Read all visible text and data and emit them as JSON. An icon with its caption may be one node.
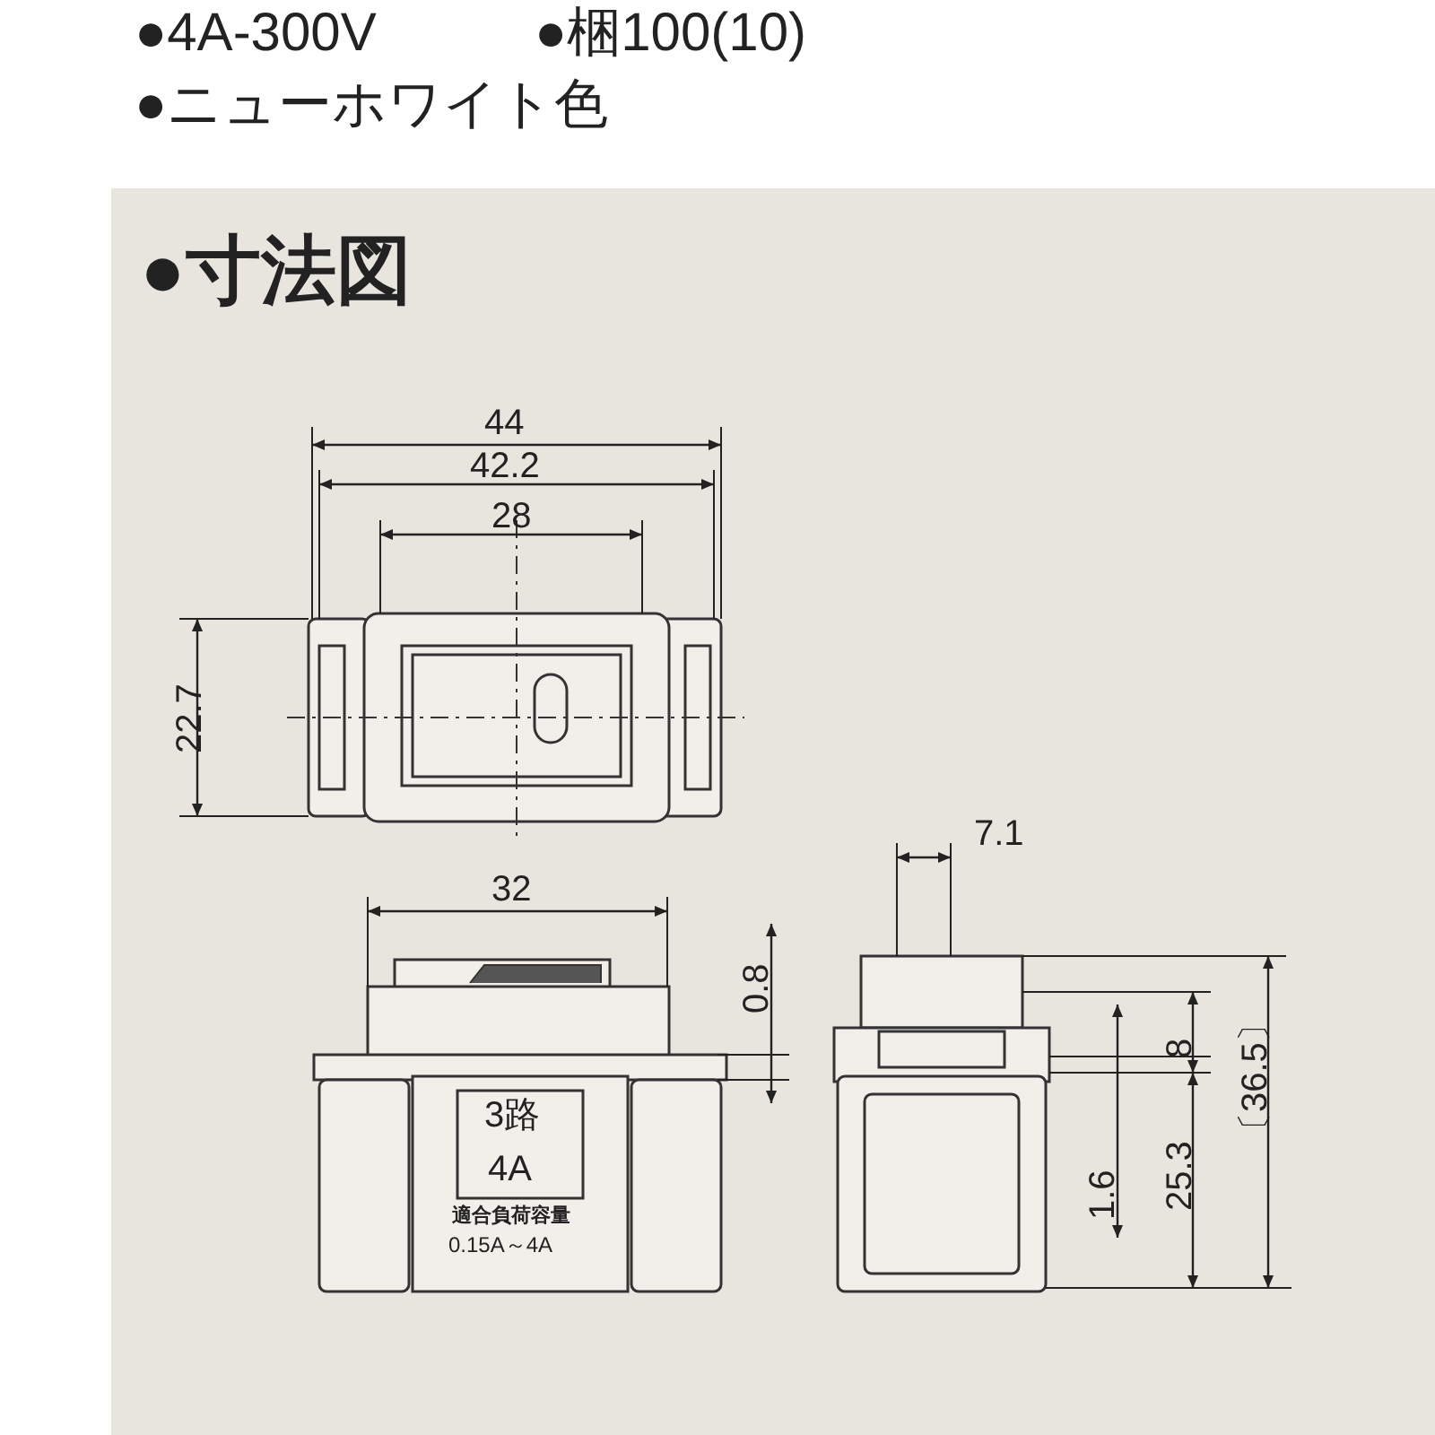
{
  "diagram": {
    "labels": [
      "●4A-300V",
      "●梱100(10)",
      "●ニューホワイト色",
      "●寸法図",
      "44",
      "42.2",
      "28",
      "22.7",
      "32",
      "0.8",
      "7.1",
      "8",
      "1.6",
      "25.3",
      "〔36.5〕",
      "3路",
      "4A",
      "適合負荷容量",
      "0.15A～4A"
    ]
  }
}
